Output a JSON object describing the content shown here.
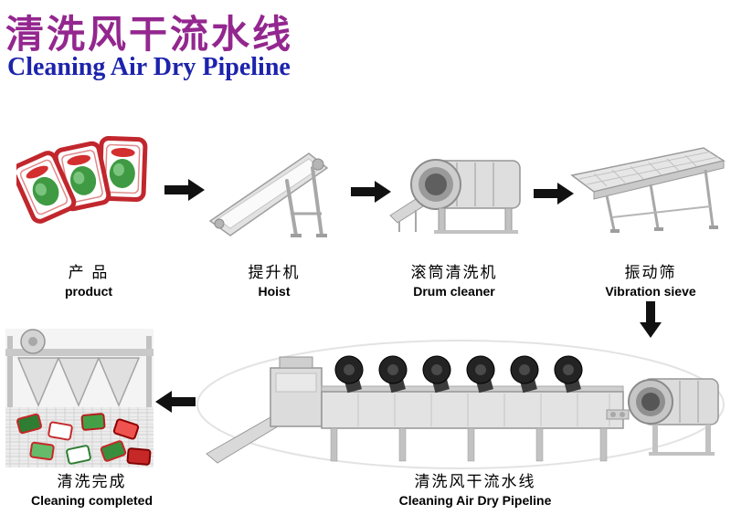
{
  "header": {
    "title_zh": "清洗风干流水线",
    "title_en": "Cleaning Air Dry Pipeline"
  },
  "steps": [
    {
      "id": "product",
      "label_zh": "产 品",
      "label_en": "product"
    },
    {
      "id": "hoist",
      "label_zh": "提升机",
      "label_en": "Hoist"
    },
    {
      "id": "drum-cleaner",
      "label_zh": "滚筒清洗机",
      "label_en": "Drum cleaner"
    },
    {
      "id": "vibration-sieve",
      "label_zh": "振动筛",
      "label_en": "Vibration sieve"
    }
  ],
  "bottom": {
    "completed": {
      "label_zh": "清洗完成",
      "label_en": "Cleaning completed"
    },
    "pipeline": {
      "label_zh": "清洗风干流水线",
      "label_en": "Cleaning Air Dry Pipeline"
    }
  },
  "icons": {
    "arrow_right_icon": "▶",
    "arrow_down_icon": "▼",
    "arrow_left_icon": "◀"
  },
  "colors": {
    "title_zh": "#93278f",
    "title_en": "#1d23ac",
    "label_text": "#000000",
    "arrow": "#111111",
    "machine_gray": "#dedede",
    "packet_red": "#c1272d",
    "packet_green": "#3f9a43"
  }
}
